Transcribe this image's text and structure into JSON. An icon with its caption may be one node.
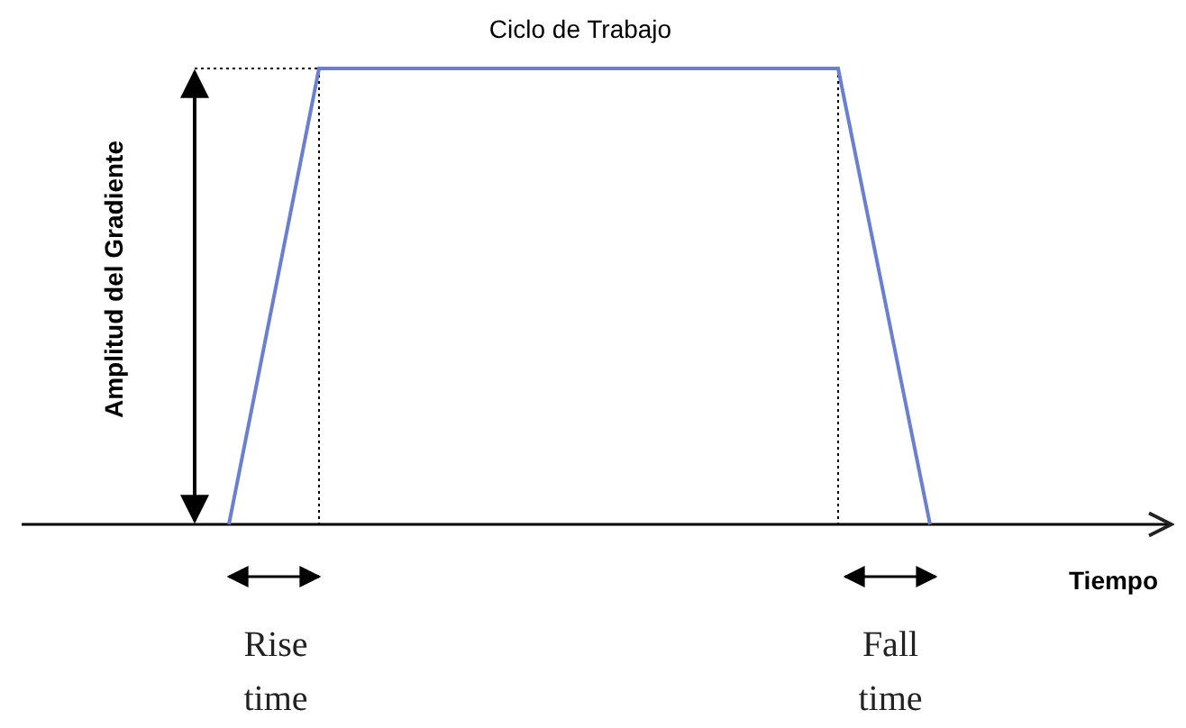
{
  "diagram": {
    "labels": [
      "Ciclo de Trabajo",
      "Amplitud del Gradiente",
      "Tiempo",
      "Rise time",
      "Fall time"
    ]
  }
}
